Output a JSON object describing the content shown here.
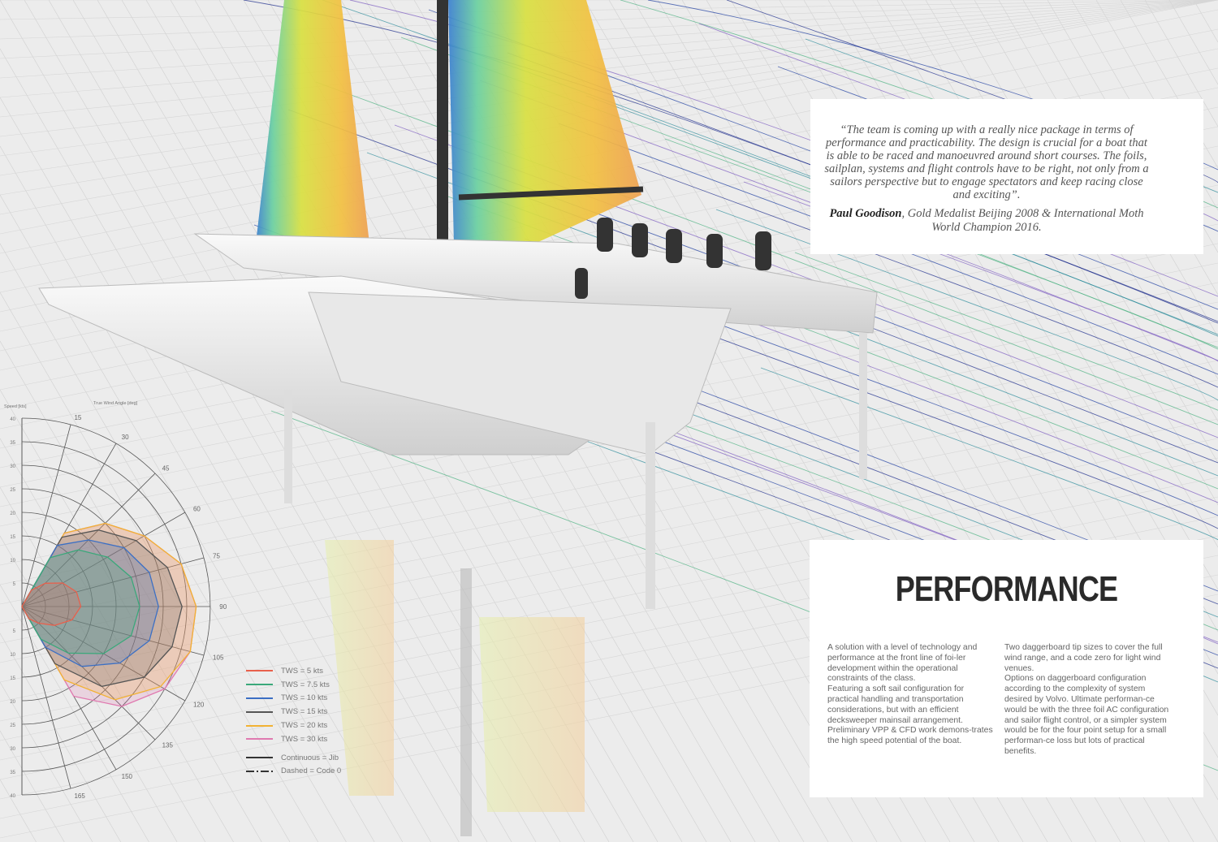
{
  "quote": {
    "text": "“The team is coming up with a really nice package in terms of performance and practicability. The design is crucial for a boat that is able to be raced and manoeuvred around short courses. The foils, sailplan, systems and flight controls have to be right, not only from a sailors perspective but to engage spectators and keep racing close and exciting”.",
    "author": "Paul Goodison",
    "author_title": ", Gold Medalist Beijing 2008 & International Moth World Champion 2016."
  },
  "performance": {
    "title": "PERFORMANCE",
    "col1": "A solution with a level of technology and performance at the front line of foi-ler development within the operational constraints of the class.\nFeaturing a soft sail configuration for practical handling and transportation considerations, but with an efficient decksweeper mainsail arrangement. Preliminary VPP & CFD work demons-trates the high speed potential of the boat.",
    "col2": "Two daggerboard tip sizes to cover the full wind range, and a code zero for light wind venues.\nOptions on daggerboard configuration according to the complexity of system desired by Volvo. Ultimate performan-ce would be with the three foil AC configuration and sailor flight control, or a simpler system would be for the four point setup for a small performan-ce loss but lots of practical benefits."
  },
  "chart_data": {
    "type": "polar",
    "radial_label": "Speed [kts]",
    "angle_label": "True Wind Angle [deg]",
    "radial_range": [
      0,
      40
    ],
    "radial_ticks": [
      5,
      10,
      15,
      20,
      25,
      30,
      35,
      40
    ],
    "angle_ticks": [
      15,
      30,
      45,
      60,
      75,
      90,
      105,
      120,
      135,
      150,
      165
    ],
    "angles": [
      30,
      45,
      60,
      75,
      90,
      105,
      120,
      135,
      150
    ],
    "series": [
      {
        "name": "TWS = 5 kts",
        "color": "#e8604c",
        "values": [
          4,
          7,
          10,
          12,
          12.5,
          11,
          8,
          5,
          3
        ]
      },
      {
        "name": "TWS = 7.5 kts",
        "color": "#3aa87a",
        "values": [
          12,
          17,
          21,
          24,
          25,
          24,
          20,
          14,
          8
        ]
      },
      {
        "name": "TWS = 10 kts",
        "color": "#3b6fc4",
        "values": [
          15,
          20,
          25,
          28,
          29,
          28,
          24,
          18,
          10
        ]
      },
      {
        "name": "TWS = 15 kts",
        "color": "#555555",
        "values": [
          17,
          23,
          28,
          32,
          34,
          33,
          30,
          24,
          14
        ]
      },
      {
        "name": "TWS = 20 kts",
        "color": "#f2b233",
        "values": [
          18,
          25,
          30,
          35,
          37,
          37,
          34,
          28,
          18
        ]
      },
      {
        "name": "TWS = 30 kts",
        "color": "#e07ab0",
        "values": [
          18,
          25,
          30,
          35,
          37,
          37,
          35,
          30,
          22
        ]
      }
    ],
    "line_styles": [
      "Continuous = Jib",
      "Dashed = Code 0"
    ]
  }
}
